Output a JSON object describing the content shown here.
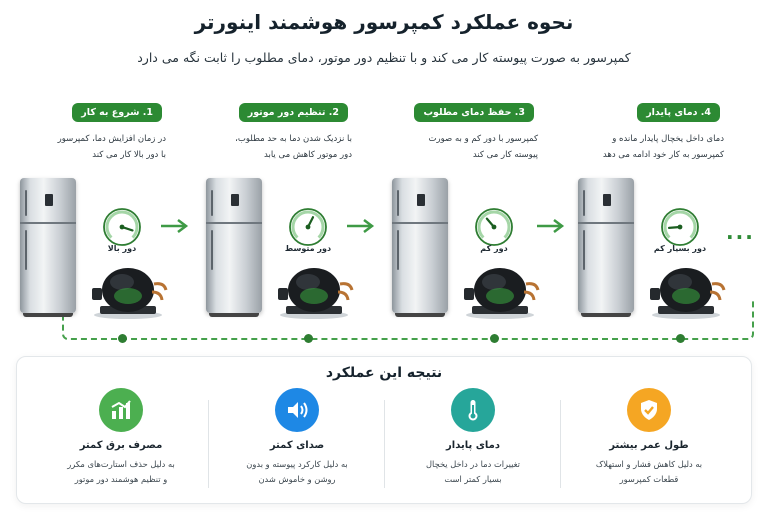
{
  "header": {
    "title": "نحوه عملکرد کمپرسور هوشمند اینورتر",
    "subtitle": "کمپرسور به صورت پیوسته کار می کند و با تنظیم دور موتور، دمای مطلوب را ثابت نگه می دارد"
  },
  "steps": [
    {
      "badge": "1. شروع به کار",
      "desc": [
        "در زمان افزایش دما، کمپرسور",
        "با دور بالا کار می کند"
      ],
      "gauge_label": "دور بالا",
      "gauge_level": 0.9
    },
    {
      "badge": "2. تنظیم دور موتور",
      "desc": [
        "با نزدیک شدن دما به حد مطلوب،",
        "دور موتور کاهش می یابد"
      ],
      "gauge_label": "دور متوسط",
      "gauge_level": 0.6
    },
    {
      "badge": "3. حفظ دمای مطلوب",
      "desc": [
        "کمپرسور با دور کم و به صورت",
        "پیوسته کار می کند"
      ],
      "gauge_label": "دور کم",
      "gauge_level": 0.35
    },
    {
      "badge": "4. دمای پایدار",
      "desc": [
        "دمای داخل یخچال پایدار مانده و",
        "کمپرسور به کار خود ادامه می دهد"
      ],
      "gauge_label": "دور بسیار کم",
      "gauge_level": 0.15
    }
  ],
  "continuation": "...",
  "result": {
    "title": "نتیجه این عملکرد",
    "benefits": [
      {
        "icon": "energy-chart-icon",
        "color": "#4caf50",
        "title": "مصرف برق کمتر",
        "desc": [
          "به دلیل حذف استارت‌های مکرر",
          "و تنظیم هوشمند دور موتور"
        ]
      },
      {
        "icon": "speaker-icon",
        "color": "#1e88e5",
        "title": "صدای کمتر",
        "desc": [
          "به دلیل کارکرد پیوسته و بدون",
          "روشن و خاموش شدن"
        ]
      },
      {
        "icon": "thermometer-icon",
        "color": "#26a69a",
        "title": "دمای پایدار",
        "desc": [
          "تغییرات دما در داخل یخچال",
          "بسیار کمتر است"
        ]
      },
      {
        "icon": "shield-check-icon",
        "color": "#f5a623",
        "title": "طول عمر بیشتر",
        "desc": [
          "به دلیل کاهش فشار و استهلاک",
          "قطعات کمپرسور"
        ]
      }
    ]
  },
  "colors": {
    "accent_green": "#2c8a33",
    "arrow_green": "#3e9a45"
  }
}
